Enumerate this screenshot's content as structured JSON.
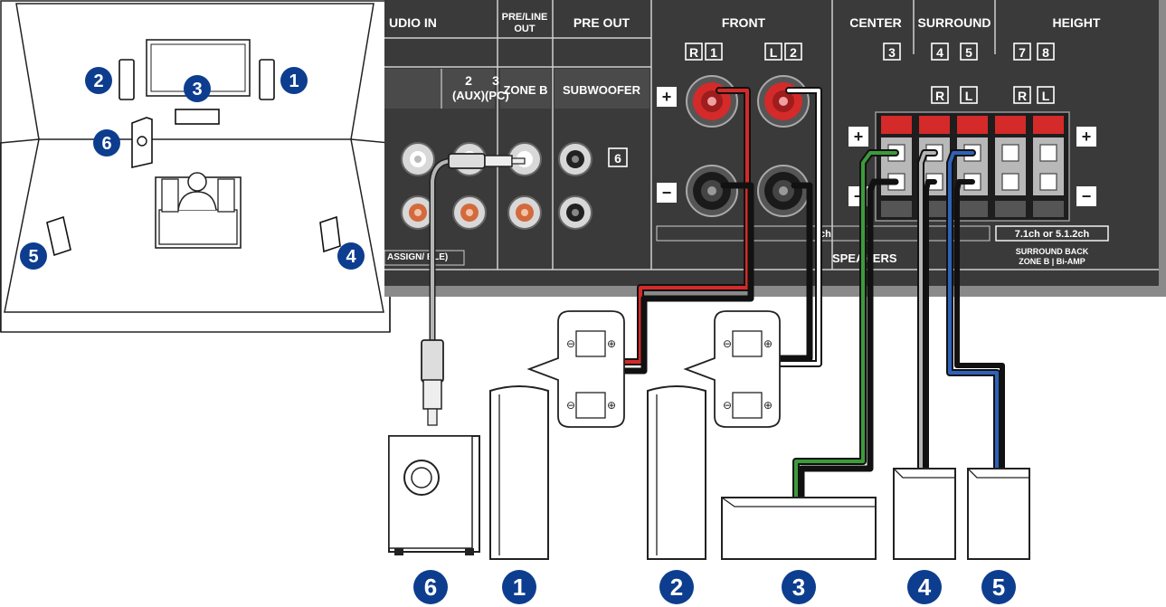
{
  "panel": {
    "audio_in": "UDIO IN",
    "pre_line_out_1": "PRE/LINE",
    "pre_line_out_2": "OUT",
    "pre_out": "PRE OUT",
    "front": "FRONT",
    "center": "CENTER",
    "surround": "SURROUND",
    "height": "HEIGHT",
    "input_2": "2",
    "input_2_sub": "(AUX)",
    "input_3": "3",
    "input_3_sub": "(PC)",
    "zone_b": "ZONE B",
    "subwoofer": "SUBWOOFER",
    "sub_num": "6",
    "front_r": "R",
    "front_r_num": "1",
    "front_l": "L",
    "front_l_num": "2",
    "center_num": "3",
    "surround_num_4": "4",
    "surround_num_5": "5",
    "surround_r": "R",
    "surround_l": "L",
    "height_num_7": "7",
    "height_num_8": "8",
    "height_r": "R",
    "height_l": "L",
    "assignable": "ASSIGN/ BLE)",
    "ch_fragment": "ch",
    "speakers": "SPEAKERS",
    "mode": "7.1ch or 5.1.2ch",
    "surround_back": "SURROUND BACK",
    "zone_b_biamp": "ZONE B | Bi-AMP",
    "plus": "+",
    "minus": "−"
  },
  "room_badges": [
    "1",
    "2",
    "3",
    "4",
    "5",
    "6"
  ],
  "bottom_badges": [
    "6",
    "1",
    "2",
    "3",
    "4",
    "5"
  ],
  "colors": {
    "panel": "#3a3a3a",
    "frame": "#8a8a8a",
    "badge": "#0d3d8f",
    "terminal_red": "#d42a2a",
    "wire_green": "#3c9b3a",
    "wire_blue": "#2e62b8",
    "wire_gray": "#b5b5b5"
  }
}
